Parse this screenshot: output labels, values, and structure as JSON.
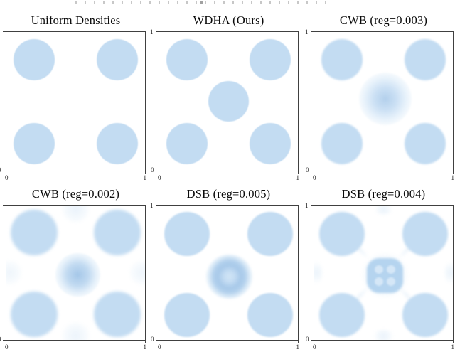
{
  "figure": {
    "cropped_suptitle": true,
    "grid": "2 rows x 3 columns of unit-square density plots"
  },
  "ticks": {
    "zero": "0",
    "one": "1"
  },
  "colors": {
    "density_fill": "#c3dcf2",
    "spine_dark": "#404040",
    "spine_light": "#dae8f5",
    "title_text": "#0a0a0a",
    "background": "#ffffff"
  },
  "chart_data": [
    {
      "type": "heatmap",
      "title": "Uniform Densities",
      "xlim": [
        0,
        1
      ],
      "ylim": [
        0,
        1
      ],
      "description": "four crisp uniform discs at the corners",
      "blobs": [
        {
          "t": "disc",
          "x": 0.2,
          "y": 0.8,
          "r": 0.148,
          "blur": 0.4
        },
        {
          "t": "disc",
          "x": 0.8,
          "y": 0.8,
          "r": 0.148,
          "blur": 0.4
        },
        {
          "t": "disc",
          "x": 0.2,
          "y": 0.195,
          "r": 0.148,
          "blur": 0.4
        },
        {
          "t": "disc",
          "x": 0.8,
          "y": 0.195,
          "r": 0.148,
          "blur": 0.4
        }
      ]
    },
    {
      "type": "heatmap",
      "title": "WDHA (Ours)",
      "xlim": [
        0,
        1
      ],
      "ylim": [
        0,
        1
      ],
      "description": "four corner discs plus a crisp barycenter disc at the center",
      "blobs": [
        {
          "t": "disc",
          "x": 0.2,
          "y": 0.8,
          "r": 0.148,
          "blur": 0.4
        },
        {
          "t": "disc",
          "x": 0.8,
          "y": 0.8,
          "r": 0.148,
          "blur": 0.4
        },
        {
          "t": "disc",
          "x": 0.2,
          "y": 0.195,
          "r": 0.148,
          "blur": 0.4
        },
        {
          "t": "disc",
          "x": 0.8,
          "y": 0.195,
          "r": 0.148,
          "blur": 0.4
        },
        {
          "t": "disc",
          "x": 0.5,
          "y": 0.5,
          "r": 0.148,
          "blur": 0.4
        }
      ]
    },
    {
      "type": "heatmap",
      "title": "CWB (reg=0.003)",
      "xlim": [
        0,
        1
      ],
      "ylim": [
        0,
        1
      ],
      "description": "corner discs with a strongly blurred barycenter blob",
      "blobs": [
        {
          "t": "disc",
          "x": 0.2,
          "y": 0.8,
          "r": 0.15,
          "blur": 1.2
        },
        {
          "t": "disc",
          "x": 0.8,
          "y": 0.8,
          "r": 0.15,
          "blur": 1.2
        },
        {
          "t": "disc",
          "x": 0.2,
          "y": 0.195,
          "r": 0.15,
          "blur": 1.2
        },
        {
          "t": "disc",
          "x": 0.8,
          "y": 0.195,
          "r": 0.15,
          "blur": 1.2
        },
        {
          "t": "fuzzy",
          "x": 0.515,
          "y": 0.52,
          "r": 0.19,
          "blur": 1
        }
      ]
    },
    {
      "type": "heatmap",
      "title": "CWB (reg=0.002)",
      "xlim": [
        0,
        1
      ],
      "ylim": [
        0,
        1
      ],
      "description": "blurred corner discs, small dense center blob, ghost mass at edge midpoints",
      "blobs": [
        {
          "t": "ghost",
          "x": 0.5,
          "y": 0.975,
          "r": 0.1,
          "o": 0.5,
          "blur": 2
        },
        {
          "t": "ghost",
          "x": 0.5,
          "y": 0.03,
          "r": 0.1,
          "o": 0.45,
          "blur": 2
        },
        {
          "t": "ghost",
          "x": 0.025,
          "y": 0.5,
          "r": 0.09,
          "o": 0.4,
          "blur": 2
        },
        {
          "t": "ghost",
          "x": 0.975,
          "y": 0.5,
          "r": 0.09,
          "o": 0.4,
          "blur": 2
        },
        {
          "t": "disc",
          "x": 0.2,
          "y": 0.8,
          "r": 0.168,
          "blur": 2
        },
        {
          "t": "disc",
          "x": 0.8,
          "y": 0.8,
          "r": 0.168,
          "blur": 2
        },
        {
          "t": "disc",
          "x": 0.2,
          "y": 0.19,
          "r": 0.168,
          "blur": 2
        },
        {
          "t": "disc",
          "x": 0.8,
          "y": 0.19,
          "r": 0.168,
          "blur": 2
        },
        {
          "t": "dense",
          "x": 0.515,
          "y": 0.485,
          "r": 0.16,
          "blur": 1
        }
      ]
    },
    {
      "type": "heatmap",
      "title": "DSB (reg=0.005)",
      "xlim": [
        0,
        1
      ],
      "ylim": [
        0,
        1
      ],
      "description": "corner discs with a diffuse ringed barycenter blob",
      "blobs": [
        {
          "t": "disc",
          "x": 0.2,
          "y": 0.79,
          "r": 0.165,
          "blur": 1
        },
        {
          "t": "disc",
          "x": 0.8,
          "y": 0.79,
          "r": 0.165,
          "blur": 1
        },
        {
          "t": "disc",
          "x": 0.2,
          "y": 0.185,
          "r": 0.165,
          "blur": 1
        },
        {
          "t": "disc",
          "x": 0.8,
          "y": 0.185,
          "r": 0.165,
          "blur": 1
        },
        {
          "t": "ring",
          "x": 0.505,
          "y": 0.47,
          "r": 0.165,
          "blur": 1.5
        }
      ]
    },
    {
      "type": "heatmap",
      "title": "DSB (reg=0.004)",
      "xlim": [
        0,
        1
      ],
      "ylim": [
        0,
        1
      ],
      "description": "soft corner discs, clover-shaped center blob with four light holes, faint edge ghosts and diagonal streaks",
      "blobs": [
        {
          "t": "ghost",
          "x": 0.5,
          "y": 0.97,
          "rx": 0.07,
          "ry": 0.04,
          "r": 0.06,
          "o": 0.5,
          "blur": 2
        },
        {
          "t": "ghost",
          "x": 0.5,
          "y": 0.03,
          "rx": 0.08,
          "ry": 0.045,
          "r": 0.07,
          "o": 0.5,
          "blur": 2
        },
        {
          "t": "ghost",
          "x": 0.015,
          "y": 0.5,
          "rx": 0.04,
          "ry": 0.09,
          "r": 0.06,
          "o": 0.45,
          "blur": 2
        },
        {
          "t": "ghost",
          "x": 0.985,
          "y": 0.5,
          "rx": 0.04,
          "ry": 0.09,
          "r": 0.06,
          "o": 0.45,
          "blur": 2
        },
        {
          "t": "streak",
          "x": 0.33,
          "y": 0.67,
          "rx": 0.085,
          "ry": 0.024,
          "r": 0.05,
          "o": 0.45,
          "rot": 45,
          "blur": 1.5
        },
        {
          "t": "streak",
          "x": 0.67,
          "y": 0.67,
          "rx": 0.085,
          "ry": 0.024,
          "r": 0.05,
          "o": 0.45,
          "rot": -45,
          "blur": 1.5
        },
        {
          "t": "streak",
          "x": 0.33,
          "y": 0.33,
          "rx": 0.085,
          "ry": 0.024,
          "r": 0.05,
          "o": 0.45,
          "rot": -45,
          "blur": 1.5
        },
        {
          "t": "streak",
          "x": 0.67,
          "y": 0.33,
          "rx": 0.085,
          "ry": 0.024,
          "r": 0.05,
          "o": 0.45,
          "rot": 45,
          "blur": 1.5
        },
        {
          "t": "disc",
          "x": 0.2,
          "y": 0.79,
          "r": 0.165,
          "blur": 1.5
        },
        {
          "t": "disc",
          "x": 0.8,
          "y": 0.79,
          "r": 0.165,
          "blur": 1.5
        },
        {
          "t": "disc",
          "x": 0.2,
          "y": 0.185,
          "r": 0.165,
          "blur": 1.5
        },
        {
          "t": "disc",
          "x": 0.8,
          "y": 0.185,
          "r": 0.165,
          "blur": 1.5
        },
        {
          "t": "ghost",
          "x": 0.51,
          "y": 0.48,
          "r": 0.165,
          "o": 0.6,
          "blur": 2
        },
        {
          "t": "clover",
          "x": 0.51,
          "y": 0.48,
          "r": 0.13,
          "blur": 1.5
        },
        {
          "t": "dot",
          "x": 0.466,
          "y": 0.524,
          "r": 0.032,
          "o": 0.6,
          "blur": 1
        },
        {
          "t": "dot",
          "x": 0.554,
          "y": 0.524,
          "r": 0.032,
          "o": 0.6,
          "blur": 1
        },
        {
          "t": "dot",
          "x": 0.466,
          "y": 0.436,
          "r": 0.032,
          "o": 0.6,
          "blur": 1
        },
        {
          "t": "dot",
          "x": 0.554,
          "y": 0.436,
          "r": 0.032,
          "o": 0.6,
          "blur": 1
        }
      ]
    }
  ]
}
